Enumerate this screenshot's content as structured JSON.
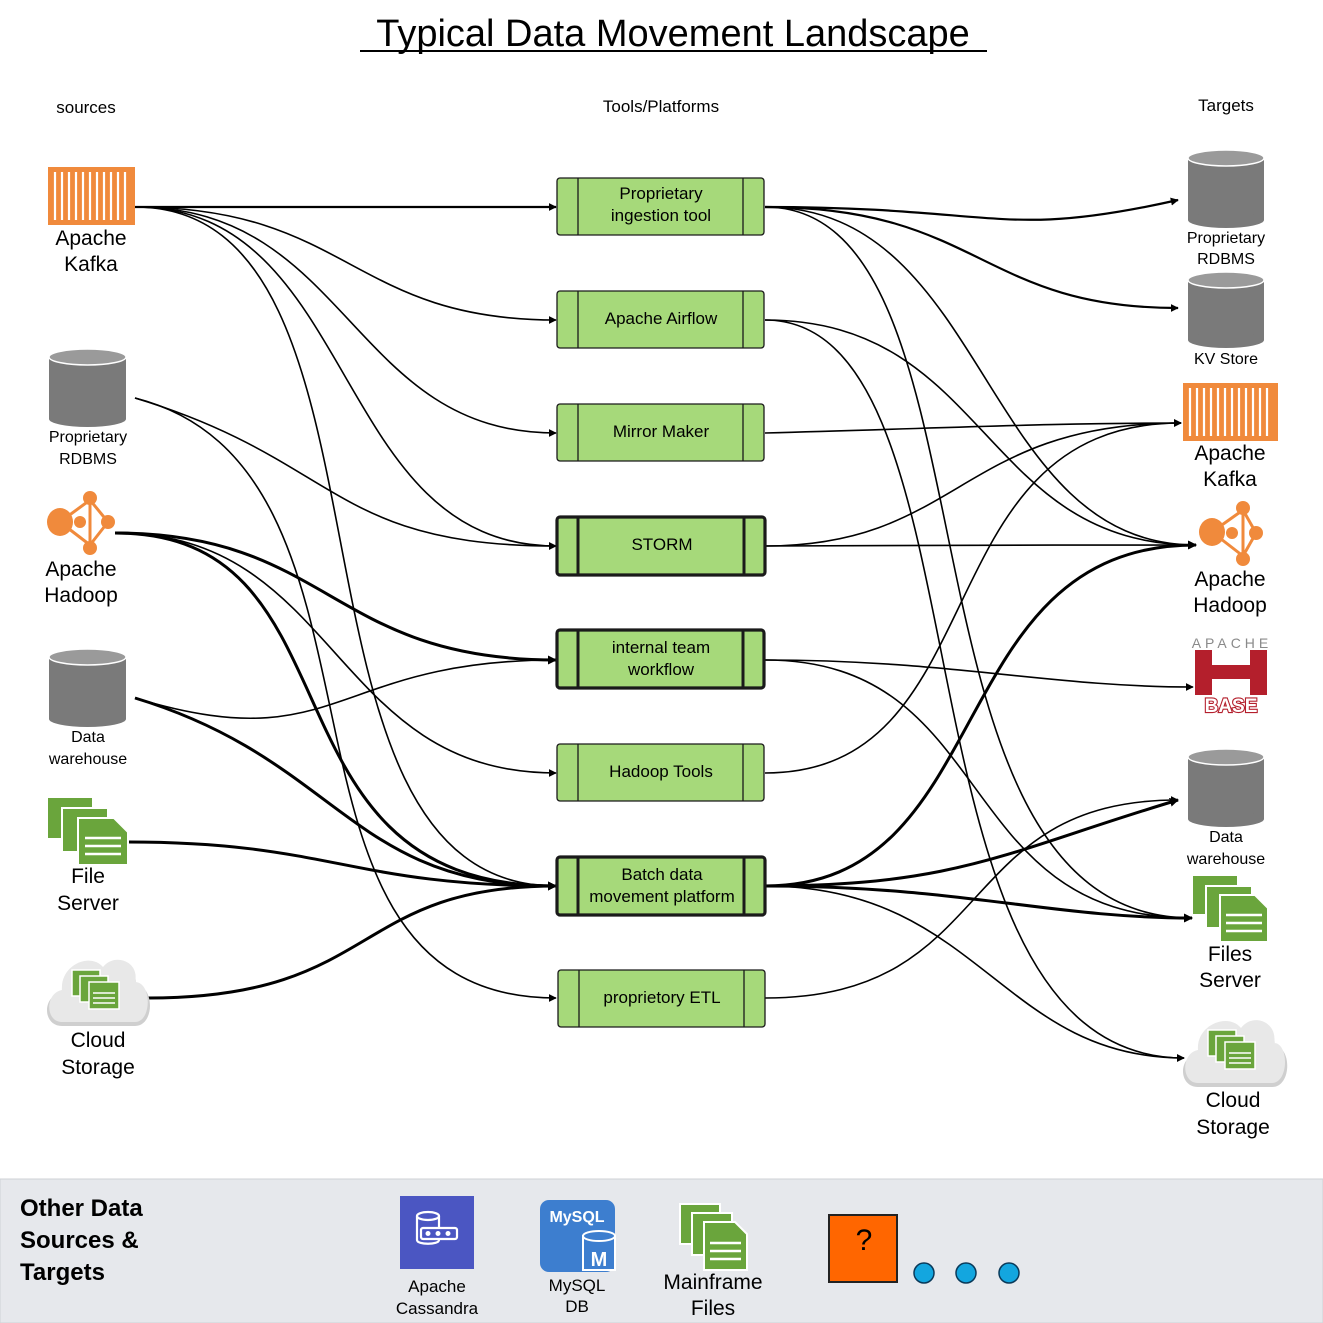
{
  "title": "Typical Data Movement Landscape",
  "columns": {
    "sources": "sources",
    "tools": "Tools/Platforms",
    "targets": "Targets"
  },
  "sources": {
    "kafka": [
      "Apache",
      "Kafka"
    ],
    "rdbms": [
      "Proprietary",
      "RDBMS"
    ],
    "hadoop": [
      "Apache",
      "Hadoop"
    ],
    "dw": [
      "Data",
      "warehouse"
    ],
    "fileserver": [
      "File",
      "Server"
    ],
    "cloud": [
      "Cloud",
      "Storage"
    ]
  },
  "tools": {
    "ingestion": [
      "Proprietary",
      "ingestion tool"
    ],
    "airflow": [
      "Apache Airflow"
    ],
    "mirror": [
      "Mirror Maker"
    ],
    "storm": [
      "STORM"
    ],
    "internal": [
      "internal team",
      "workflow"
    ],
    "hadooptools": [
      "Hadoop Tools"
    ],
    "batch": [
      "Batch data",
      "movement platform"
    ],
    "etl": [
      "proprietory ETL"
    ]
  },
  "targets": {
    "rdbms": [
      "Proprietary",
      "RDBMS"
    ],
    "kv": [
      "KV Store"
    ],
    "kafka": [
      "Apache",
      "Kafka"
    ],
    "hadoop": [
      "Apache",
      "Hadoop"
    ],
    "hbase_top": "APACHE",
    "hbase_bottom": "BASE",
    "dw": [
      "Data",
      "warehouse"
    ],
    "files": [
      "Files",
      "Server"
    ],
    "cloud": [
      "Cloud",
      "Storage"
    ]
  },
  "footer": {
    "heading": [
      "Other Data",
      "Sources &",
      "Targets"
    ],
    "cassandra": [
      "Apache",
      "Cassandra"
    ],
    "mysql": [
      "MySQL",
      "DB"
    ],
    "mysql_logo": "MySQL",
    "mysql_badge": "M",
    "mainframe": [
      "Mainframe",
      "Files"
    ],
    "unknown": "?"
  },
  "colors": {
    "tool_fill": "#a6d97a",
    "kafka": "#f08a3c",
    "hadoop": "#f08a3c",
    "hbase": "#b41f2c",
    "file_green": "#6aa53c",
    "cassandra": "#4b56c2",
    "mysql": "#3d7ecf",
    "unknown_fill": "#ff6600",
    "dots": "#13a6df",
    "footer_bg": "#e6e8ec"
  }
}
